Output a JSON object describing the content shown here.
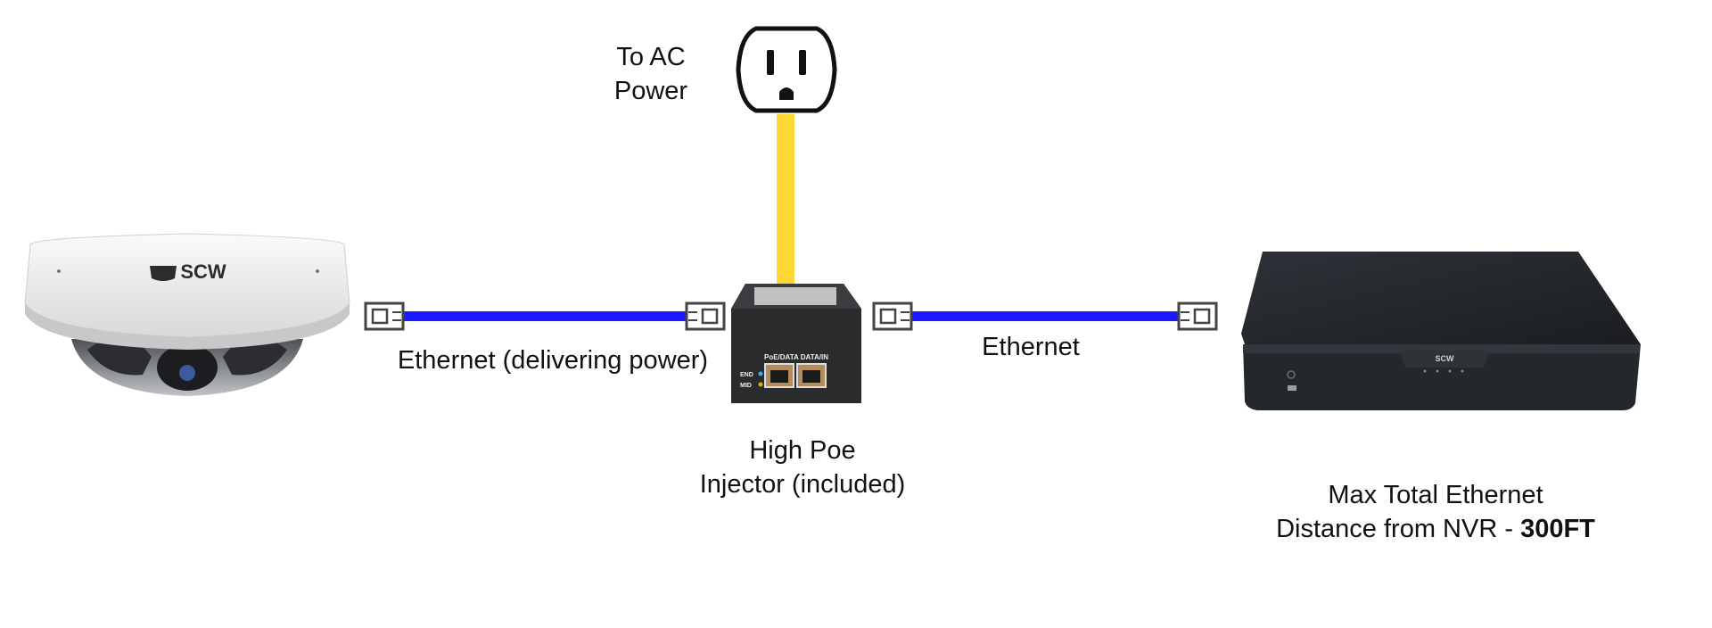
{
  "labels": {
    "ac_power_line1": "To AC",
    "ac_power_line2": "Power",
    "ethernet_power": "Ethernet (delivering power)",
    "ethernet": "Ethernet",
    "injector_line1": "High Poe",
    "injector_line2": "Injector (included)",
    "distance_line1": "Max Total Ethernet",
    "distance_line2_prefix": "Distance from NVR - ",
    "distance_value": "300FT"
  },
  "device_text": {
    "camera_brand": "SCW",
    "nvr_brand": "SCW",
    "injector_ports": "PoE/DATA   DATA/IN",
    "injector_led_end": "END",
    "injector_led_mid": "MID"
  },
  "colors": {
    "ethernet_cable": "#1a1aff",
    "power_cable": "#fdd835",
    "device_dark": "#24272c",
    "camera_white": "#f2f2f2"
  }
}
